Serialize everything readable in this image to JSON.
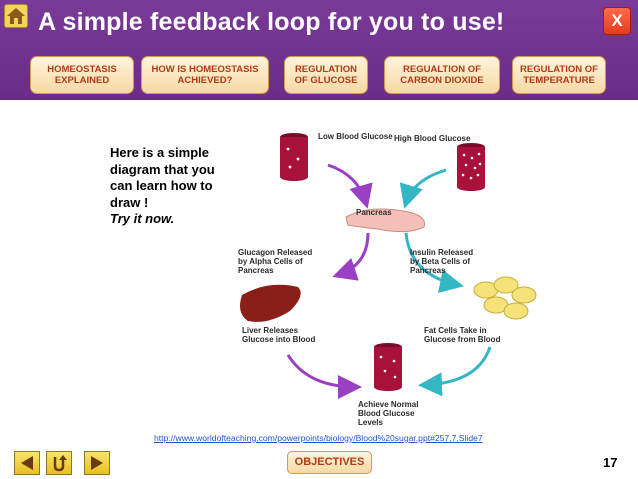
{
  "header": {
    "title": "A simple feedback loop for you to use!",
    "close_label": "X"
  },
  "nav": [
    {
      "label": "HOMEOSTASIS EXPLAINED"
    },
    {
      "label": "HOW IS HOMEOSTASIS ACHIEVED?"
    },
    {
      "label": "REGULATION OF GLUCOSE"
    },
    {
      "label": "REGUALTION OF CARBON DIOXIDE"
    },
    {
      "label": "REGULATION OF TEMPERATURE"
    }
  ],
  "intro": {
    "text": "Here is a simple diagram that you can learn how to draw !",
    "emphasis": "Try it now."
  },
  "diagram": {
    "low_glucose": "Low Blood Glucose",
    "high_glucose": "High Blood Glucose",
    "pancreas": "Pancreas",
    "glucagon": "Glucagon Released by Alpha Cells of Pancreas",
    "insulin": "Insulin Released by Beta Cells of Pancreas",
    "liver": "Liver Releases Glucose into Blood",
    "fat": "Fat Cells Take in Glucose from Blood",
    "normal": "Achieve Normal Blood Glucose Levels"
  },
  "source_link": "http://www.worldofteaching.com/powerpoints/biology/Blood%20sugar.ppt#257,7,Slide7",
  "footer": {
    "objectives_label": "OBJECTIVES",
    "page_number": "17"
  },
  "icons": [
    "home-icon",
    "close-icon",
    "back-arrow-icon",
    "return-icon",
    "forward-arrow-icon"
  ],
  "colors": {
    "header": "#6a2c88",
    "nav_text": "#b23a17",
    "link": "#2255cc",
    "purple_arrow": "#9b3fc4",
    "teal_arrow": "#35b6c4",
    "blood": "#a8123a"
  }
}
